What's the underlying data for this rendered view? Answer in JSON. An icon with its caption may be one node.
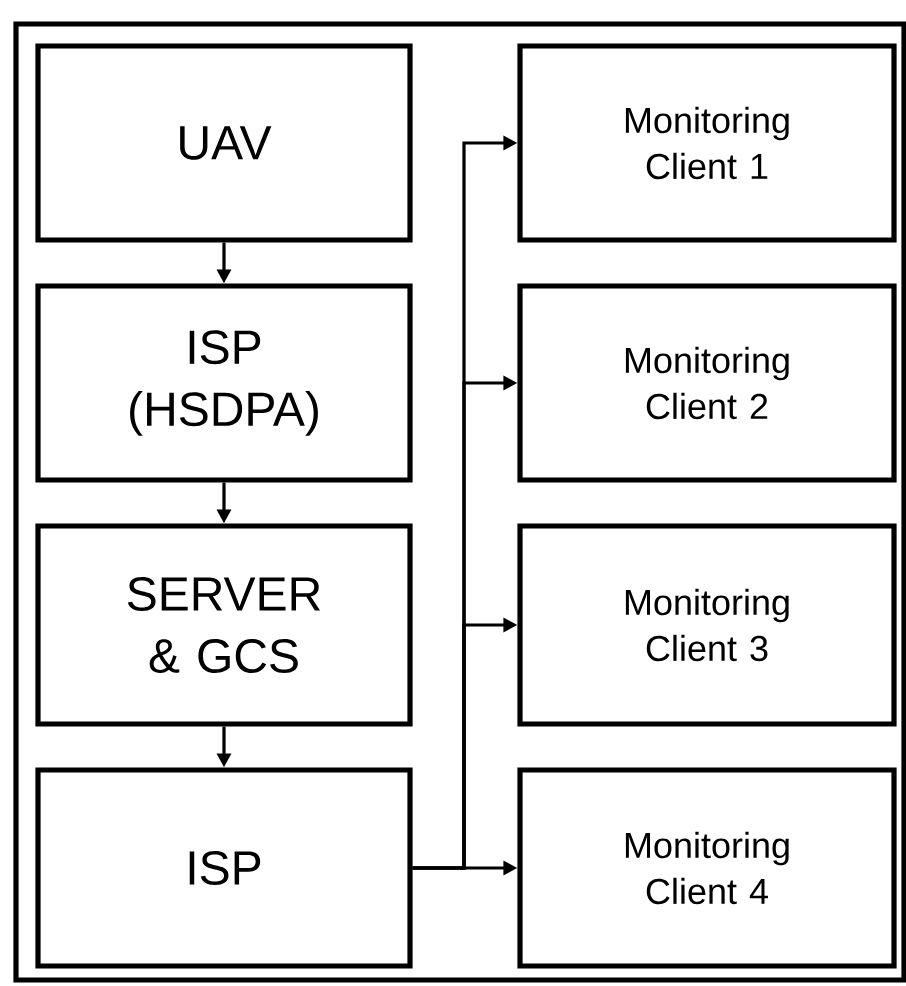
{
  "diagram": {
    "nodes": [
      {
        "text": [],
        "shape": "box"
      },
      {
        "text": [
          "UAV"
        ],
        "in": 0
      },
      {
        "text": [
          "ISP (HSDPA)"
        ],
        "in": 0
      },
      {
        "text": [
          "SERVER & GCS"
        ],
        "in": 0
      },
      {
        "text": [
          "ISP"
        ],
        "in": 0
      },
      {
        "text": [
          "Monitoring Client 1"
        ],
        "in": 0
      },
      {
        "text": [
          "Monitoring Client 2"
        ],
        "in": 0
      },
      {
        "text": [
          "Monitoring Client 3"
        ],
        "in": 0
      },
      {
        "text": [
          "Monitoring Client 4"
        ],
        "in": 0
      }
    ],
    "edges": [
      {
        "from": 1,
        "to": 2,
        "arrow": "to"
      },
      {
        "from": 2,
        "to": 3,
        "arrow": "to"
      },
      {
        "from": 3,
        "to": 4,
        "arrow": "to"
      },
      {
        "from": 4,
        "to": 5,
        "arrow": "to"
      },
      {
        "from": 4,
        "to": 6,
        "arrow": "to"
      },
      {
        "from": 4,
        "to": 7,
        "arrow": "to"
      },
      {
        "from": 4,
        "to": 8,
        "arrow": "to"
      }
    ]
  }
}
